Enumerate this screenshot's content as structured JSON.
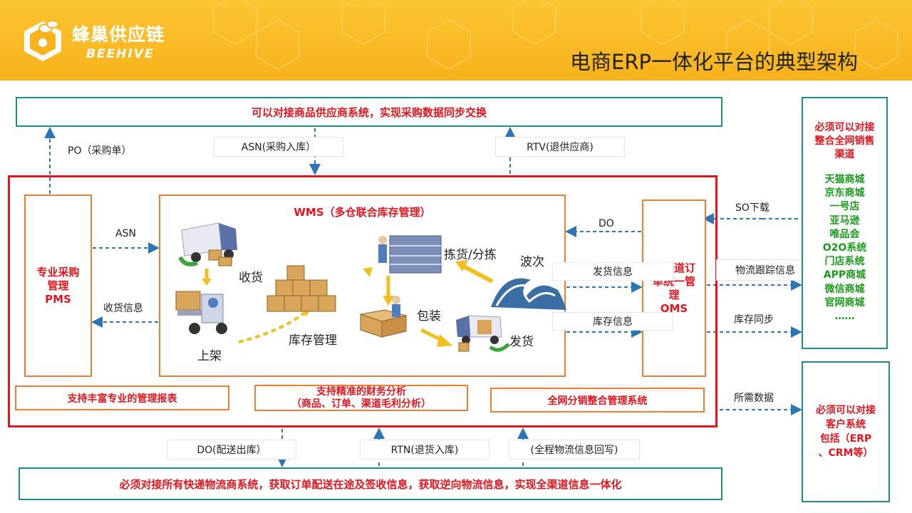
{
  "header": {
    "brand_cn": "蜂巢供应链",
    "brand_en": "BEEHIVE",
    "title": "电商ERP一体化平台的典型架构"
  },
  "supplier_box": "可以对接商品供应商系统，实现采购数据同步交换",
  "top_tags": {
    "po": "PO（采购单）",
    "asn": "ASN(采购入库）",
    "rtv": "RTV(退供应商)"
  },
  "pms": {
    "line1": "专业采购",
    "line2": "管理",
    "line3": "PMS"
  },
  "wms": {
    "title": "WMS（多仓联合库存管理）",
    "receive": "收货",
    "shelve": "上架",
    "inventory": "库存管理",
    "pick": "拣货/分拣",
    "wave": "波次",
    "pack": "包装",
    "ship": "发货"
  },
  "oms": {
    "line1": "全渠道订",
    "line2": "单统一管",
    "line3": "理",
    "line4": "OMS"
  },
  "flows": {
    "asn": "ASN",
    "receipt_info": "收货信息",
    "do": "DO",
    "ship_info": "发货信息",
    "stock_info": "库存信息",
    "so_download": "SO下载",
    "tracking": "物流跟踪信息",
    "stock_sync": "库存同步",
    "needed_data": "所需数据"
  },
  "bottom_modules": {
    "reports": "支持丰富专业的管理报表",
    "finance_line1": "支持精准的财务分析",
    "finance_line2": "（商品、订单、渠道毛利分析）",
    "distribution": "全网分销整合管理系统"
  },
  "bottom_tags": {
    "do": "DO(配送出库）",
    "rtn": "RTN(退货入库)",
    "tracking": "(全程物流信息回写)"
  },
  "logistics_box": "必须对接所有快递物流商系统，获取订单配送在途及签收信息，获取逆向物流信息，实现全渠道信息一体化",
  "channels": {
    "heading": [
      "必须可以对接",
      "整合全网销售",
      "渠道"
    ],
    "items": [
      "天猫商城",
      "京东商城",
      "一号店",
      "亚马逊",
      "唯品会",
      "O2O系统",
      "门店系统",
      "APP商城",
      "微信商城",
      "官网商城",
      "……"
    ]
  },
  "customer": {
    "lines": [
      "必须可以对接",
      "客户系统",
      "包括（ERP",
      "、CRM等）"
    ]
  },
  "colors": {
    "accent_red": "#e0161f",
    "teal": "#1f8a8a",
    "orange": "#ed7d31",
    "flow_blue": "#2e75b6",
    "channel_green": "#1a9a1a",
    "header_yellow": "#f7b21c"
  }
}
